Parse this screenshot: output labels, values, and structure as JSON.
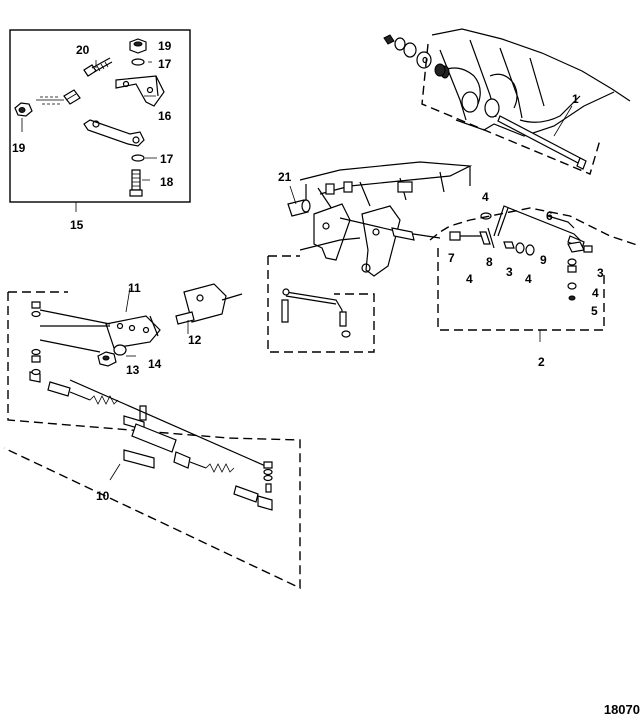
{
  "figure_id": "18070",
  "callouts": {
    "c1": "1",
    "c2": "2",
    "c3a": "3",
    "c3b": "3",
    "c4a": "4",
    "c4b": "4",
    "c4c": "4",
    "c4d": "4",
    "c5": "5",
    "c6": "6",
    "c7": "7",
    "c8": "8",
    "c9": "9",
    "c10": "10",
    "c11": "11",
    "c12": "12",
    "c13": "13",
    "c14": "14",
    "c15": "15",
    "c16": "16",
    "c17a": "17",
    "c17b": "17",
    "c18": "18",
    "c19a": "19",
    "c19b": "19",
    "c20": "20",
    "c21": "21"
  }
}
